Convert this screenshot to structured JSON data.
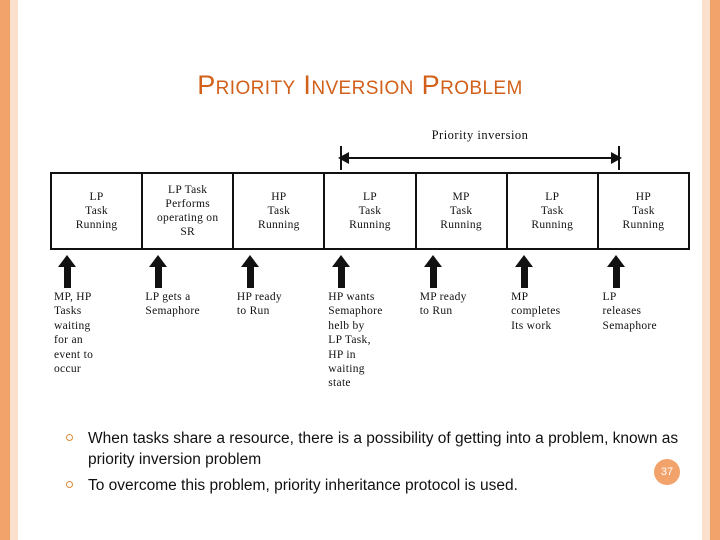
{
  "slide": {
    "title": "Priority Inversion Problem",
    "page_number": "37"
  },
  "diagram": {
    "span_label": "Priority  inversion",
    "timeline": [
      "LP\nTask\nRunning",
      "LP Task\nPerforms\noperating on\nSR",
      "HP\nTask\nRunning",
      "LP\nTask\nRunning",
      "MP\nTask\nRunning",
      "LP\nTask\nRunning",
      "HP\nTask\nRunning"
    ],
    "events": [
      "MP, HP\nTasks\nwaiting\nfor an\nevent to\noccur",
      "LP gets a\nSemaphore",
      "HP ready\nto Run",
      "HP wants\nSemaphore\nhelb by\nLP Task,\nHP in\nwaiting\nstate",
      "MP ready\nto Run",
      "MP\ncompletes\nIts work",
      "LP\nreleases\nSemaphore"
    ]
  },
  "bullets": [
    "When tasks share a resource, there is a possibility of getting into a problem, known as priority inversion problem",
    "To overcome this problem, priority inheritance protocol is used."
  ],
  "colors": {
    "title": "#d2601a",
    "accent_bar": "#f2a26b",
    "accent_bar_light": "#fbe0cd",
    "badge": "#f2a26b"
  }
}
